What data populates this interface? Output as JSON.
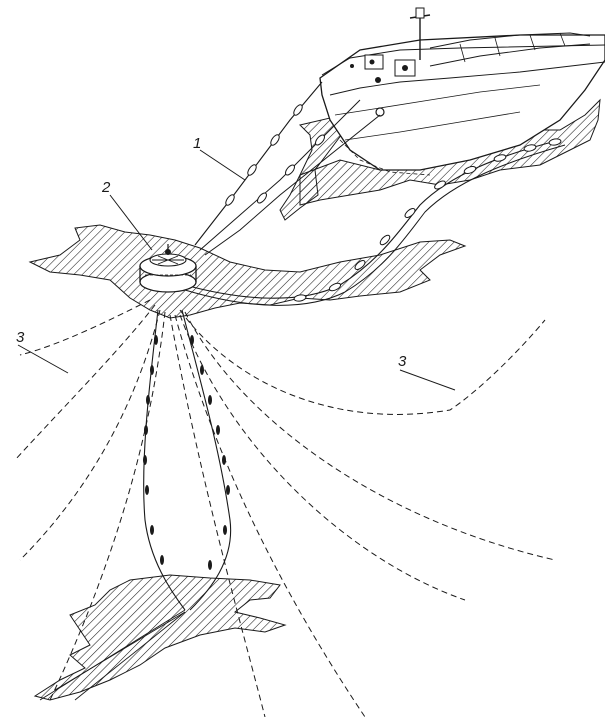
{
  "figure": {
    "callouts": [
      {
        "id": "ship-hose-line",
        "label": "1"
      },
      {
        "id": "buoy-turret",
        "label": "2"
      },
      {
        "id": "mooring-line-left",
        "label": "3"
      },
      {
        "id": "mooring-line-right",
        "label": "3"
      }
    ],
    "colors": {
      "ink": "#1a1a1a",
      "paper": "#ffffff"
    }
  }
}
